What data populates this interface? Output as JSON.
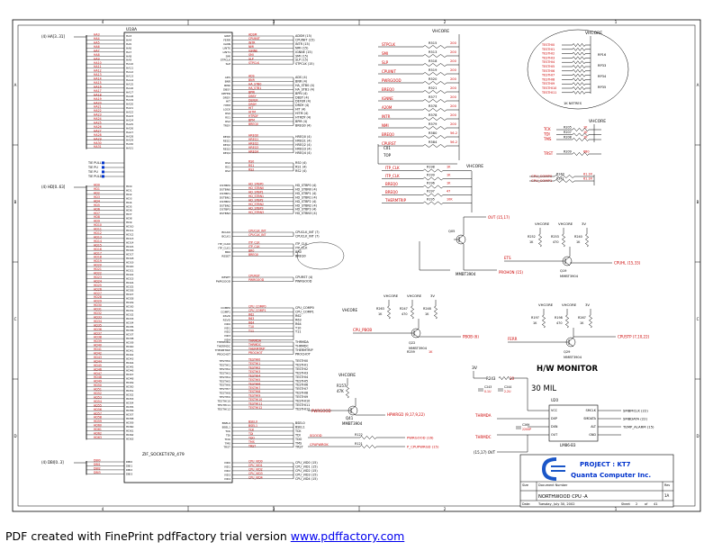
{
  "sheet": {
    "title": "H/W MONITOR",
    "mil_label": "30 MIL",
    "grid_top": [
      "4",
      "3",
      "2",
      "1"
    ],
    "grid_side": [
      "A",
      "B",
      "C",
      "D"
    ]
  },
  "cpu": {
    "ref": "U18A",
    "part": "ZIF_SOCKET478_479",
    "left_buses": [
      {
        "label": "(4)  HA[3..31]",
        "pins": [
          "HA3",
          "HA4",
          "HA5",
          "HA6",
          "HA7",
          "HA8",
          "HA9",
          "HA10",
          "HA11",
          "HA12",
          "HA13",
          "HA14",
          "HA15",
          "HA16",
          "HA17",
          "HA18",
          "HA19",
          "HA20",
          "HA21",
          "HA22",
          "HA23",
          "HA24",
          "HA25",
          "HA26",
          "HA27",
          "HA28",
          "HA29",
          "HA30",
          "HA31"
        ]
      },
      {
        "label": "(4)  HD[0..63]",
        "pins": [
          "HD0",
          "HD1",
          "HD2",
          "HD3",
          "HD4",
          "HD5",
          "HD6",
          "HD7",
          "HD8",
          "HD9",
          "HD10",
          "HD11",
          "HD12",
          "HD13",
          "HD14",
          "HD15",
          "HD16",
          "HD17",
          "HD18",
          "HD19",
          "HD20",
          "HD21",
          "HD22",
          "HD23",
          "HD24",
          "HD25",
          "HD26",
          "HD27",
          "HD28",
          "HD29",
          "HD30",
          "HD31",
          "HD32",
          "HD33",
          "HD34",
          "HD35",
          "HD36",
          "HD37",
          "HD38",
          "HD39",
          "HD40",
          "HD41",
          "HD42",
          "HD43",
          "HD44",
          "HD45",
          "HD46",
          "HD47",
          "HD48",
          "HD49",
          "HD50",
          "HD51",
          "HD52",
          "HD53",
          "HD54",
          "HD55",
          "HD56",
          "HD57",
          "HD58",
          "HD59",
          "HD60",
          "HD61",
          "HD62",
          "HD63"
        ]
      },
      {
        "label": "(4)  DBI[0..3]",
        "pins": [
          "DBI0",
          "DBI1",
          "DBI2",
          "DBI3"
        ]
      }
    ],
    "tie_labels": [
      "TIE PULL",
      "TIE PU",
      "TIE PU",
      "TIE PULD"
    ],
    "right_groups": [
      {
        "pins": [
          "GRM",
          "FERR",
          "IGNN",
          "LINT0",
          "LINT1",
          "SMI",
          "STPCLK",
          "SLP"
        ],
        "nets": [
          "ADSM  (15)",
          "CPUINIT  (15)",
          "INTR  (15)",
          "NMI  (15)",
          "IGNNE  (15)",
          "SMI  (15)",
          "SLP  (15)",
          "STPCLK  (15)"
        ]
      },
      {
        "pins": [
          "ADS",
          "BNR",
          "BPRI",
          "DBSY",
          "DEFER",
          "DRDY",
          "HIT",
          "HITM",
          "LOCK",
          "RS0",
          "RS1",
          "RS2",
          "TRDY"
        ],
        "nets": [
          "ADS  (4)",
          "BNR  (4)",
          "HA_STB0  (4)",
          "HA_STB1  (4)",
          "BPRI  (4)",
          "DBSY  (4)",
          "DEFER  (4)",
          "DRDY  (4)",
          "HIT  (4)",
          "HITM  (4)",
          "HTRDY  (4)",
          "BPM  (4)",
          "BREQ0  (4)"
        ]
      },
      {
        "pins": [
          "REQ0",
          "REQ1",
          "REQ2",
          "REQ3",
          "REQ4"
        ],
        "nets": [
          "HREQ0  (4)",
          "HREQ1  (4)",
          "HREQ2  (4)",
          "HREQ3  (4)",
          "HREQ4  (4)"
        ]
      },
      {
        "pins": [
          "RS0",
          "RS1",
          "RS2"
        ],
        "nets": [
          "RS0  (4)",
          "RS1  (4)",
          "RS2  (4)"
        ]
      },
      {
        "pins": [
          "DSTBP0",
          "DSTBN0",
          "DSTBP1",
          "DSTBN1",
          "DSTBP2",
          "DSTBN2",
          "DSTBP3",
          "DSTBN3"
        ],
        "nets": [
          "HD_STBP0  (4)",
          "HD_STBN0  (4)",
          "HD_STBP1  (4)",
          "HD_STBN1  (4)",
          "HD_STBP2  (4)",
          "HD_STBN2  (4)",
          "HD_STBP3  (4)",
          "HD_STBN3  (4)"
        ]
      },
      {
        "pins": [
          "BCLK0",
          "BCLK1"
        ],
        "nets": [
          "CPUCLK_INT  (7)",
          "CPUCLK_INT  (7)"
        ]
      },
      {
        "pins": [
          "ITP_CLK0",
          "ITP_CLK1",
          "BR0",
          "RESET"
        ],
        "nets": [
          "ITP_CLK",
          "ITP_CLK",
          "BR0",
          "BREQ0"
        ]
      },
      {
        "pins": [
          "RESET",
          "PWRGOOD"
        ],
        "nets": [
          "CPURST  (4)",
          "PWRGOOD"
        ]
      },
      {
        "pins": [
          "COMP0",
          "COMP1",
          "RSVD",
          "RSVD",
          "VID0",
          "VID1",
          "VID2",
          "VID3",
          "VID4"
        ],
        "nets": [
          "CPU_COMP0",
          "CPU_COMP1",
          "R62",
          "R63",
          "R64",
          "T10",
          "T11"
        ]
      },
      {
        "pins": [
          "THERMDA",
          "THERMDC",
          "THERMTRIP",
          "PROCHOT"
        ],
        "nets": [
          "THRMDA",
          "THRMDC",
          "THERMTRIP",
          "PROCHOT"
        ]
      },
      {
        "pins": [
          "TESTHI0",
          "TESTHI1",
          "TESTHI2",
          "TESTHI3",
          "TESTHI4",
          "TESTHI5",
          "TESTHI6",
          "TESTHI7",
          "TESTHI8",
          "TESTHI9",
          "TESTHI10",
          "TESTHI11",
          "TESTHI12"
        ],
        "nets": [
          "TESTHI0",
          "TESTHI1",
          "TESTHI2",
          "TESTHI3",
          "TESTHI4",
          "TESTHI5",
          "TESTHI6",
          "TESTHI7",
          "TESTHI8",
          "TESTHI9",
          "TESTHI10",
          "TESTHI11",
          "TESTHI12"
        ]
      },
      {
        "pins": [
          "BSEL0",
          "BSEL1",
          "TCK",
          "TDI",
          "TDO",
          "TMS",
          "TRST"
        ],
        "nets": [
          "BSEL0",
          "BSEL1",
          "TCK",
          "TDI",
          "TDO",
          "TMS",
          "TRST"
        ]
      },
      {
        "pins": [
          "VID0",
          "VID1",
          "VID2",
          "VID3",
          "VID4"
        ],
        "nets": [
          "CPU_VID0  (15)",
          "CPU_VID1  (15)",
          "CPU_VID2  (15)",
          "CPU_VID3  (15)",
          "CPU_VID4  (15)"
        ]
      }
    ]
  },
  "pullups": {
    "col1": [
      {
        "net": "STPCLK",
        "ref": "R515",
        "val": "200"
      },
      {
        "net": "SMI",
        "ref": "R513",
        "val": "200"
      },
      {
        "net": "SLP",
        "ref": "R518",
        "val": "200"
      },
      {
        "net": "CPUINIT",
        "ref": "R519",
        "val": "200"
      },
      {
        "net": "PWRGOOD",
        "ref": "R520",
        "val": "200"
      },
      {
        "net": "BREQ0",
        "ref": "R521",
        "val": "200"
      },
      {
        "net": "IGNNE",
        "ref": "R577",
        "val": "200"
      },
      {
        "net": "A20M",
        "ref": "R578",
        "val": "200"
      },
      {
        "net": "INTR",
        "ref": "R578",
        "val": "200"
      },
      {
        "net": "NMI",
        "ref": "R579",
        "val": "200"
      },
      {
        "net": "BREQ0",
        "ref": "R580",
        "val": "56.2"
      },
      {
        "net": "CPURST",
        "ref": "R584",
        "val": "56.2"
      }
    ],
    "vcore": "VHCORE",
    "cap_label": "C01",
    "top_label": "TOP"
  },
  "rpack": {
    "vcore": "VHCORE",
    "nets": [
      "TESTHI0",
      "TESTHI1",
      "TESTHI2",
      "TESTHI3",
      "TESTHI4",
      "TESTHI5",
      "TESTHI6",
      "TESTHI7",
      "TESTHI8",
      "TESTHI9",
      "TESTHI10",
      "TESTHI11"
    ],
    "refs": [
      "RP16",
      "RP33",
      "RP34",
      "RP35"
    ],
    "note": "1K  NETRES"
  },
  "jtag": {
    "vcore": "VHCORE",
    "rows": [
      {
        "net": "TCK",
        "ref": "R205",
        "val": "1K"
      },
      {
        "net": "TDI",
        "ref": "R207",
        "val": "1K"
      },
      {
        "net": "TMS",
        "ref": "R208",
        "val": "1K"
      },
      {
        "net": "TRST",
        "ref": "R209",
        "val": "680"
      }
    ]
  },
  "comp": {
    "rows": [
      {
        "net": "CPU_COMP0",
        "ref": "R240",
        "val": "61.1R"
      },
      {
        "net": "CPU_COMP1",
        "ref": "R241",
        "val": "61.1R"
      }
    ]
  },
  "itp": {
    "vcore": "VHCORE",
    "rows": [
      {
        "net": "ITP_CLK",
        "ref": "R198",
        "val": "1K"
      },
      {
        "net": "ITP_CLK",
        "ref": "R199",
        "val": "1K"
      },
      {
        "net": "BREQ0",
        "ref": "R196",
        "val": "1K"
      },
      {
        "net": "BREQ0",
        "ref": "R197",
        "val": "47"
      },
      {
        "net": "THERMTRIP",
        "ref": "R195",
        "val": "10K"
      }
    ],
    "q_ref": "Q05",
    "q_part": "MMBT3904",
    "out": "OVT  (15,17)",
    "out2": "PROHON  (15)"
  },
  "thermal": {
    "refs": [
      "VHCORE",
      "VHCORE",
      "3V"
    ],
    "resistors": [
      {
        "ref": "R252",
        "val": "1K"
      },
      {
        "ref": "R253",
        "val": "470"
      },
      {
        "ref": "R240",
        "val": "1K"
      }
    ],
    "q_ref": "Q19",
    "q_part": "MMBT3904",
    "in": "ETS",
    "out": "CPUHL  (15,33)"
  },
  "pbob": {
    "refs": [
      "VHCORE",
      "VHCORE",
      "3V"
    ],
    "resistors": [
      {
        "ref": "R263",
        "val": "1K"
      },
      {
        "ref": "R247",
        "val": "470"
      },
      {
        "ref": "R248",
        "val": "1K"
      }
    ],
    "q_ref": "Q22",
    "q_part": "MMBT3904",
    "in": "CPU_PBOB",
    "out": "PBOB  (6)",
    "r": "R259",
    "rv": "1K"
  },
  "ferr": {
    "refs": [
      "VHCORE",
      "VHCORE",
      "3V"
    ],
    "resistors": [
      {
        "ref": "R197",
        "val": "1K"
      },
      {
        "ref": "R198",
        "val": "470"
      },
      {
        "ref": "R267",
        "val": "1K"
      }
    ],
    "q_ref": "Q29",
    "q_part": "MMBT3904",
    "in": "FERR",
    "out": "CPUSTP  (7,10,22)",
    "vcore": "VHCORE"
  },
  "pwrgd": {
    "vcore": "VHCORE",
    "r_ref": "R157",
    "r_val": "47K",
    "q_ref": "Q41",
    "q_part": "MMBT3904",
    "in": "PWRGOOD",
    "out": "HPWRGD  (9,17,9,22)",
    "rows": [
      {
        "ref": "R122",
        "net": "PWRGOOD  (16)"
      },
      {
        "ref": "R121",
        "net": "P_CPUPWRGD  (15)"
      }
    ],
    "inputs": [
      "SGOOD",
      "CPUPWROK"
    ]
  },
  "hwmon": {
    "vcc": "3V",
    "ic_ref": "U20",
    "ic_part": "LM86-B3",
    "pins_left": [
      "VCC",
      "DXP",
      "DXN",
      "OUT"
    ],
    "pins_right": [
      "SMCLK",
      "SMDATA",
      "ALT",
      "GND"
    ],
    "outs": [
      "SMBMCLK  (22)",
      "SMBDATA  (22)",
      "TEMP_ALARM  (15)"
    ],
    "caps": [
      {
        "ref": "C243",
        "val": "0.1U"
      },
      {
        "ref": "C244",
        "val": "2.2U"
      },
      {
        "ref": "C269",
        "val": "2200P"
      }
    ],
    "res": {
      "ref": "R243",
      "val": "10"
    },
    "thrm": [
      "THRMDA",
      "THRMDC"
    ],
    "ovt": "(15,17)  OVT"
  },
  "titleblock": {
    "project": "PROJECT : KT7",
    "company": "Quanta Computer Inc.",
    "doc_title": "NORTHWOOD CPU -A",
    "size_label": "Size",
    "doc_label": "Document Number",
    "rev_label": "Rev",
    "rev": "1A",
    "date_label": "Date:",
    "date": "Tuesday, July 30, 2002",
    "sheet_label": "Sheet",
    "sheet": "2",
    "of_label": "of",
    "of": "41"
  },
  "footer": {
    "text": "PDF created with FinePrint pdfFactory trial version",
    "link": "www.pdffactory.com"
  }
}
